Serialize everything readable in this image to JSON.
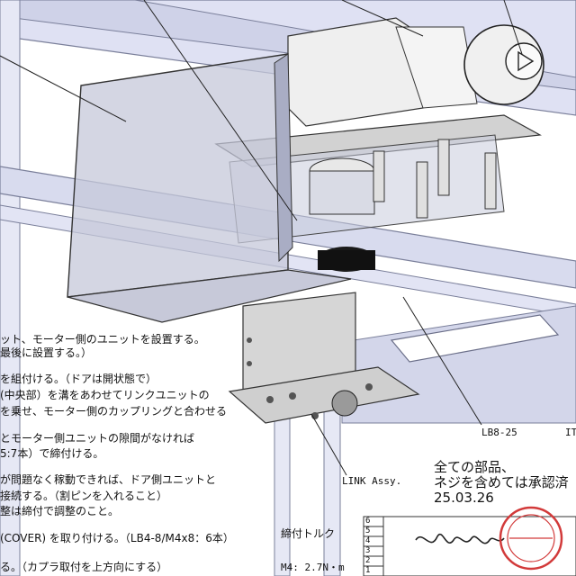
{
  "instructions": {
    "lines": [
      "ット、モーター側のユニットを設置する。",
      "最後に設置する。）",
      "",
      "を組付ける。（ドアは開状態で）",
      "(中央部）を溝をあわせてリンクユニットの",
      "を乗せ、モーター側のカップリングと合わせる",
      "",
      "とモーター側ユニットの隙間がなければ",
      "5:7本）で締付ける。",
      "",
      "が問題なく稼動できれば、ドア側ユニットと",
      "接続する。（割ピンを入れること）",
      "整は締付で調整のこと。",
      "",
      "(COVER) を取り付ける。（LB4-8/M4x8：6本）",
      "",
      "る。（カプラ取付を上方向にする）"
    ]
  },
  "callouts": {
    "lb8": "LB8-25",
    "it": "IT",
    "link": "LINK Assy."
  },
  "torque": {
    "title": "締付トルク",
    "m4": "M4: 2.7N・m"
  },
  "approval_note": {
    "line1": "全ての部品、",
    "line2": "ネジを含めては承認済",
    "date": "25.03.26"
  },
  "revision_marks": [
    "6",
    "5",
    "4",
    "3",
    "2",
    "1"
  ],
  "colors": {
    "frame_fill": "#dde0f2",
    "frame_edge": "#7a7f9a",
    "glass": "#c9ccdc",
    "stamp": "#d23a3a"
  }
}
